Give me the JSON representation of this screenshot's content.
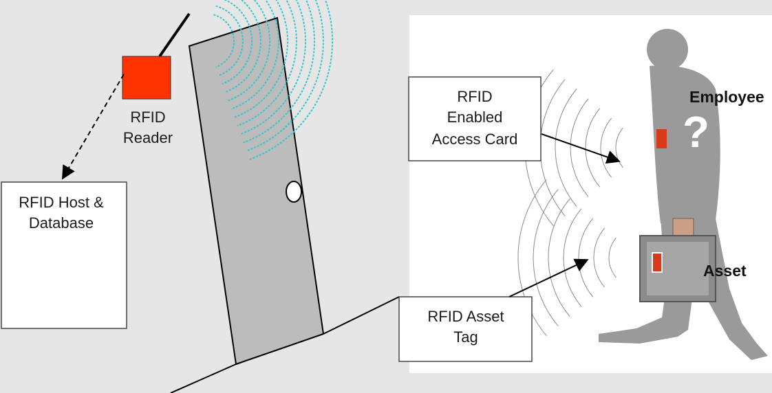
{
  "labels": {
    "reader": [
      "RFID",
      "Reader"
    ],
    "host": [
      "RFID Host &",
      "Database"
    ],
    "access_card": [
      "RFID",
      "Enabled",
      "Access Card"
    ],
    "asset_tag": [
      "RFID Asset",
      "Tag"
    ],
    "employee": "Employee",
    "question_mark": "?",
    "asset": "Asset"
  },
  "colors": {
    "background": "#e6e6e6",
    "reader": "#ff3300",
    "door": "#bcbcbc",
    "wave": "#33c5cc",
    "silhouette": "#9a9a9a",
    "tag": "#d63a1a"
  }
}
